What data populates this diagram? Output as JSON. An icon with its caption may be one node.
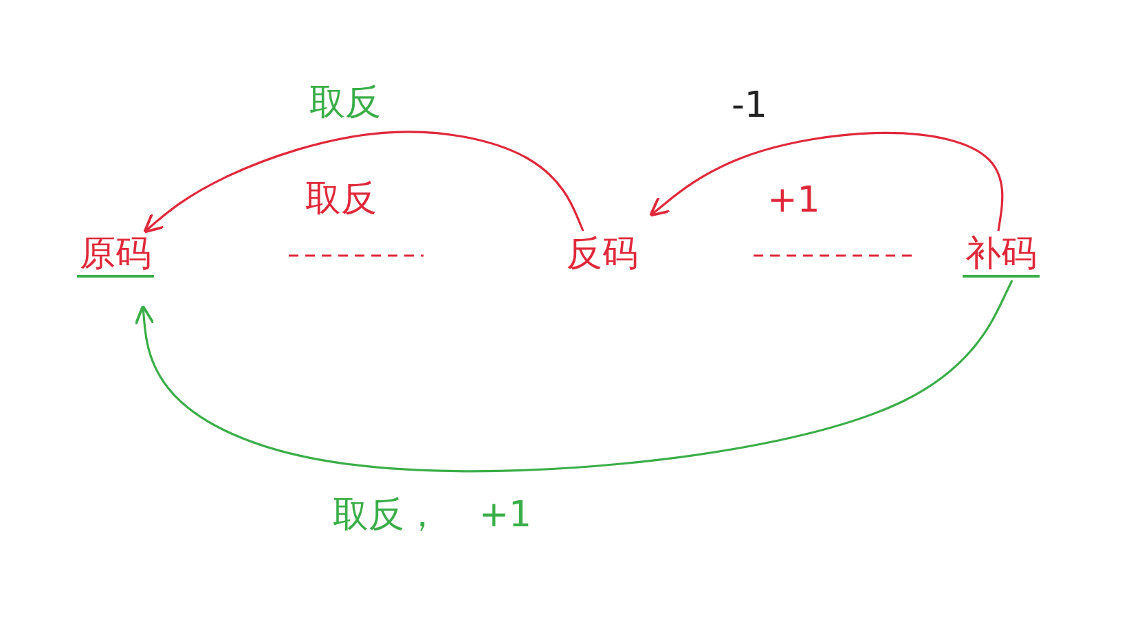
{
  "diagram": {
    "nodes": [
      {
        "text": [
          "原码"
        ]
      },
      {
        "text": [
          "反码"
        ]
      },
      {
        "text": [
          "补码"
        ]
      }
    ],
    "edges": [
      {
        "from": 1,
        "to": 0,
        "arrow": "to",
        "label": "取反"
      },
      {
        "from": 2,
        "to": 1,
        "arrow": "to",
        "label": "-1"
      },
      {
        "from": 2,
        "to": 0,
        "arrow": "to",
        "label": "取反， +1",
        "color": "#3aae48"
      }
    ],
    "labels": [
      "取反",
      "+1"
    ]
  }
}
